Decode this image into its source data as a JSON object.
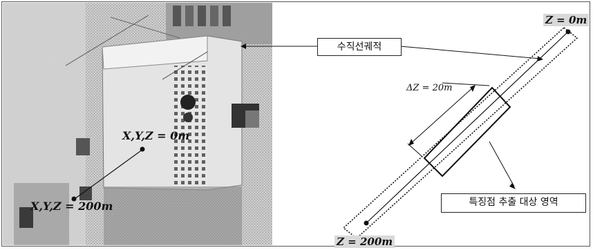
{
  "photo_labels": {
    "top_point": "X,Y,Z = 0m",
    "bottom_point": "X,Y,Z = 200m"
  },
  "callouts": {
    "vertical_trajectory": "수직선궤적",
    "feature_region": "특징점 추출 대상 영역"
  },
  "diagram_labels": {
    "z_top": "Z = 0m",
    "z_bottom": "Z = 200m",
    "delta_z": "ΔZ = 20m"
  },
  "colors": {
    "photo_bg": "#bdbdbd",
    "photo_dark": "#3a3a3a",
    "tag_bg": "#d9d9d9",
    "line": "#111111"
  }
}
